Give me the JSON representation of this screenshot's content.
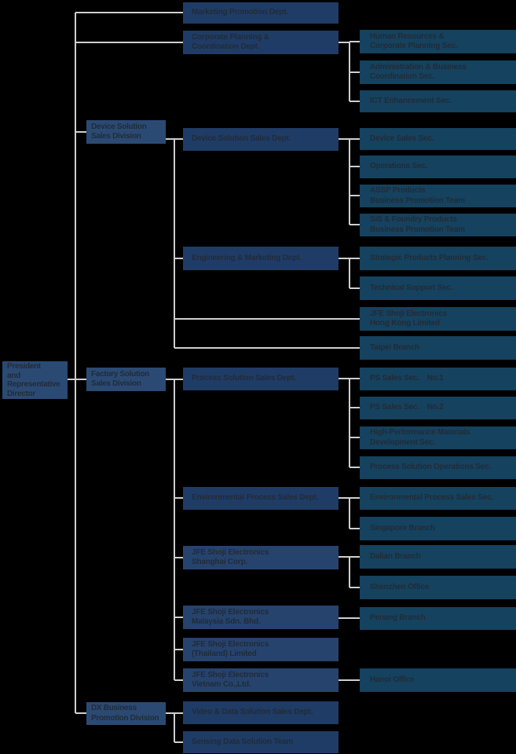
{
  "palette": {
    "background": "#000000",
    "division_box": "#2b4a73",
    "department_box": "#1f3c66",
    "subsidiary_box": "#26436e",
    "section_box": "#15425e",
    "label_text": "#212b38",
    "connector": "#cfcfcf"
  },
  "org": {
    "root": {
      "label": "President\nand\nRepresentative\nDirector"
    },
    "direct_departments": [
      {
        "label": "Marketing Promotion Dept."
      },
      {
        "label": "Corporate Planning &\nCoordination Dept.",
        "sections": [
          {
            "label": "Human Resources &\nCorporate Planning Sec."
          },
          {
            "label": "Administration & Business\nCoordination Sec."
          },
          {
            "label": "ICT Enhancement Sec."
          }
        ]
      }
    ],
    "divisions": [
      {
        "label": "Device Solution\nSales Division",
        "children": [
          {
            "label": "Device Solution Sales Dept.",
            "sections": [
              {
                "label": "Device Sales Sec."
              },
              {
                "label": "Operations Sec."
              },
              {
                "label": "ASSP Products\nBusiness Promotion Team"
              },
              {
                "label": "SiS & Foundry Products\nBusiness Promotion Team"
              }
            ]
          },
          {
            "label": "Engineering & Marketing Dept.",
            "sections": [
              {
                "label": "Strategic Products Planning Sec."
              },
              {
                "label": "Technical Support Sec."
              }
            ]
          },
          {
            "label": "JFE Shoji Electronics\nHong Kong Limited"
          },
          {
            "label": "Taipei Branch"
          }
        ]
      },
      {
        "label": "Factory Solution\nSales Division",
        "children": [
          {
            "label": "Process Solution Sales Dept.",
            "sections": [
              {
                "label": "PS Sales Sec.　No.1"
              },
              {
                "label": "PS Sales Sec.　No.2"
              },
              {
                "label": "High-Performance Materials\nDevelopment Sec."
              },
              {
                "label": "Process Solution Operations Sec."
              }
            ]
          },
          {
            "label": "Environmental Process Sales Dept.",
            "sections": [
              {
                "label": "Environmental Process Sales Sec."
              },
              {
                "label": "Singapore Branch"
              }
            ]
          },
          {
            "label": "JFE Shoji Electronics\nShanghai Corp.",
            "sections": [
              {
                "label": "Dalian Branch"
              },
              {
                "label": "Shenzhen Office"
              }
            ]
          },
          {
            "label": "JFE Shoji Electronics\nMalaysia Sdn. Bhd.",
            "sections": [
              {
                "label": "Penang Branch"
              }
            ]
          },
          {
            "label": "JFE Shoji Electronics\n(Thailand) Limited"
          },
          {
            "label": "JFE Shoji Electronics\nVietnam Co.,Ltd.",
            "sections": [
              {
                "label": "Hanoi Office"
              }
            ]
          }
        ]
      },
      {
        "label": "DX Business\nPromotion Division",
        "children": [
          {
            "label": "Video & Data Solution Sales Dept."
          },
          {
            "label": "Sensing Data Solution Team"
          }
        ]
      }
    ]
  }
}
